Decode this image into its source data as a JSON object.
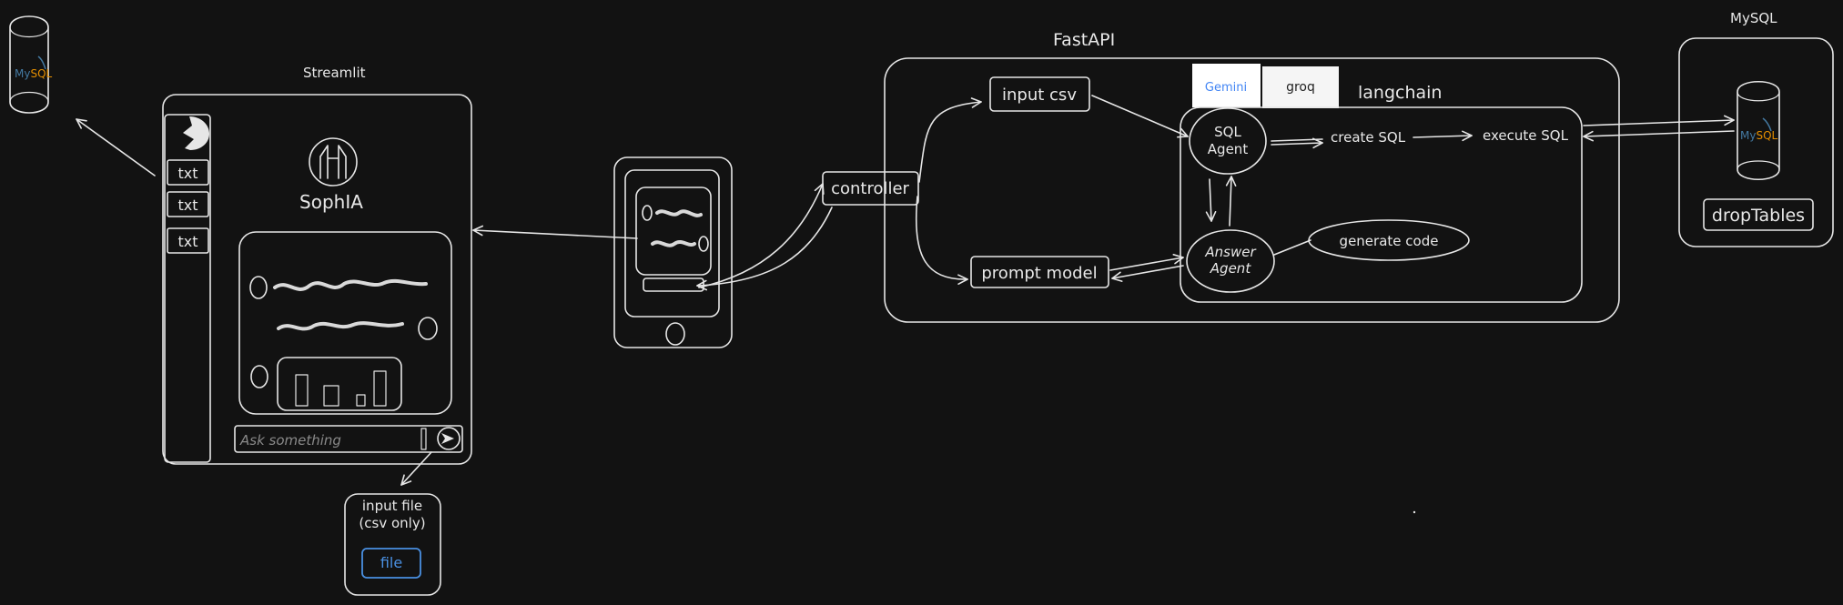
{
  "colors": {
    "background": "#121212",
    "stroke": "#e6e6e6",
    "file_button": "#4a90e2",
    "mysql_blue": "#4479a1",
    "mysql_orange": "#e48e00"
  },
  "streamlit": {
    "title": "Streamlit",
    "app_name": "SophIA",
    "sidebar_items": [
      "txt",
      "txt",
      "txt"
    ],
    "chat_placeholder": "Ask something",
    "upload_title_line1": "input file",
    "upload_title_line2": "(csv only)",
    "file_button": "file"
  },
  "mysql_top_left": {
    "logo_text_a": "My",
    "logo_text_b": "SQL"
  },
  "phone": {
    "icon": "phone-icon"
  },
  "controller": {
    "label": "controller"
  },
  "fastapi": {
    "title": "FastAPI",
    "input_csv": "input csv",
    "prompt_model": "prompt model",
    "gemini_logo": "Gemini",
    "groq_logo": "groq",
    "langchain": "langchain",
    "sql_agent_line1": "SQL",
    "sql_agent_line2": "Agent",
    "answer_agent_line1": "Answer",
    "answer_agent_line2": "Agent",
    "create_sql": "create SQL",
    "execute_sql": "execute SQL",
    "generate_code": "generate code"
  },
  "mysql_right": {
    "title": "MySQL",
    "logo_text_a": "My",
    "logo_text_b": "SQL",
    "drop_tables": "dropTables"
  }
}
